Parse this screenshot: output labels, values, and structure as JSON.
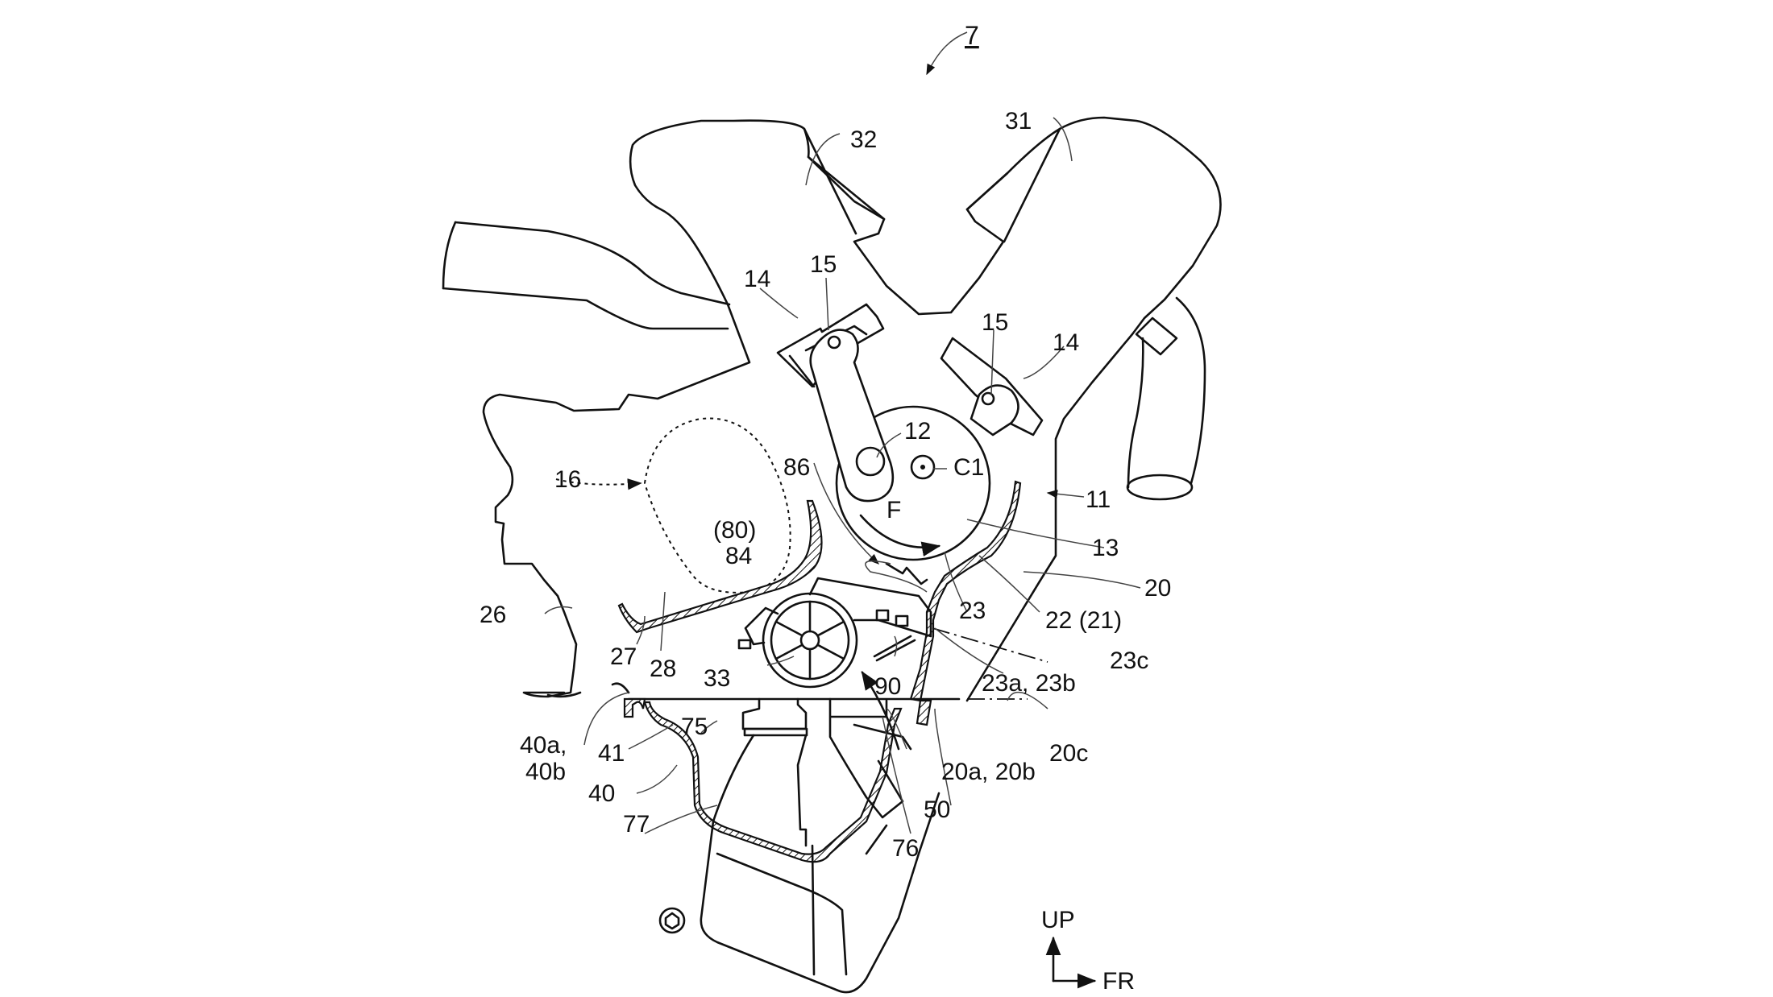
{
  "figure": {
    "figure_number": "7",
    "description_labels": {
      "c31": "31",
      "c32": "32",
      "c14a": "14",
      "c15a": "15",
      "c15b": "15",
      "c14b": "14",
      "c12": "12",
      "c1": "C1",
      "c16": "16",
      "c86": "86",
      "c11": "11",
      "cF": "F",
      "c13": "13",
      "c80": "(80)",
      "c84": "84",
      "c20": "20",
      "c23": "23",
      "c22": "22 (21)",
      "c26": "26",
      "c27": "27",
      "c28": "28",
      "c33": "33",
      "c90": "90",
      "c23c": "23c",
      "c23ab": "23a, 23b",
      "c40ab_1": "40a,",
      "c40ab_2": "40b",
      "c41": "41",
      "c75": "75",
      "c20ab": "20a, 20b",
      "c20c": "20c",
      "c40": "40",
      "c50": "50",
      "c77": "77",
      "c76": "76"
    },
    "direction_indicator": {
      "up": "UP",
      "front": "FR"
    }
  }
}
